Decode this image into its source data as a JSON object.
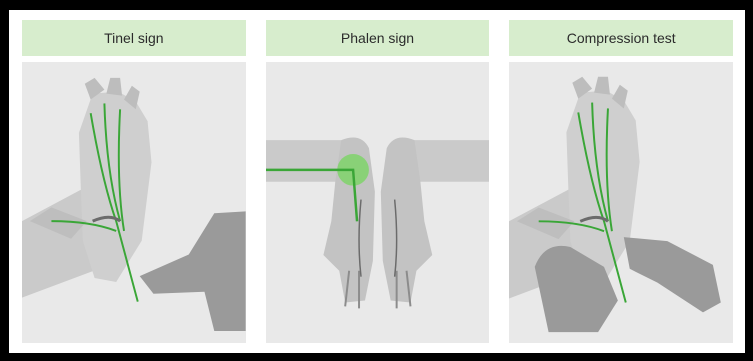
{
  "panels": [
    {
      "label": "Tinel sign"
    },
    {
      "label": "Phalen sign"
    },
    {
      "label": "Compression test"
    }
  ],
  "colors": {
    "label_background": "#d7edcd",
    "panel_background": "#e9e9e9",
    "hand": "#cacaca",
    "hand_shadow": "#a6a6a6",
    "examiner_hand": "#9a9a9a",
    "nerve": "#3aa637",
    "highlight": "#7fd36a"
  },
  "icons": [
    "hand-tapping-icon",
    "hands-flexed-icon",
    "hand-pressing-icon"
  ]
}
